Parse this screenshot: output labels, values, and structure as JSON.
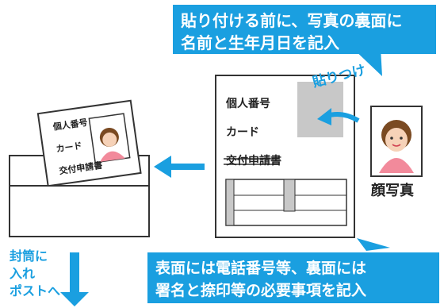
{
  "top_callout": {
    "line1": "貼り付ける前に、写真の裏面に",
    "line2": "名前と生年月日を記入"
  },
  "bottom_callout": {
    "line1": "表面には電話番号等、裏面には",
    "line2": "署名と捺印等の必要事項を記入"
  },
  "form": {
    "title_line1": "個人番号",
    "title_line2": "カード",
    "title_line3": "交付申請書"
  },
  "envelope_form": {
    "title_line1": "個人番号",
    "title_line2": "カード",
    "title_line3": "交付申請書"
  },
  "stick_label": "貼りつけ",
  "photo_label": "顔写真",
  "mail_instruction": {
    "line1": "封筒に",
    "line2": "入れ",
    "line3": "ポストへ"
  },
  "colors": {
    "accent": "#1a9fe0",
    "photo_box": "#c8c8c8",
    "skin": "#f6d2b8",
    "shirt": "#f28a9b"
  }
}
